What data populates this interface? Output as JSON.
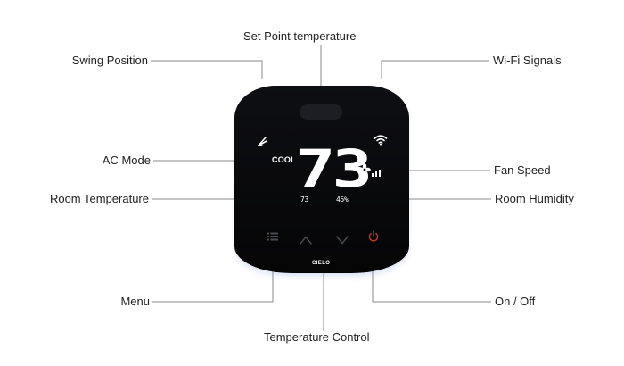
{
  "diagram": {
    "labels": {
      "set_point": "Set Point temperature",
      "swing": "Swing Position",
      "wifi": "Wi-Fi Signals",
      "ac_mode": "AC Mode",
      "fan_speed": "Fan Speed",
      "room_temp": "Room Temperature",
      "room_humidity": "Room Humidity",
      "menu": "Menu",
      "on_off": "On / Off",
      "temp_control": "Temperature Control"
    }
  },
  "device": {
    "mode": "COOL",
    "set_point": "73",
    "room_temp": "73",
    "room_humidity": "45%",
    "brand": "CIELO"
  },
  "icons": {
    "swing": "swing-position-icon",
    "wifi": "wifi-icon",
    "fan": "fan-icon",
    "fan_speed_bars": "signal-bars-icon",
    "menu": "menu-icon",
    "up": "chevron-up-icon",
    "down": "chevron-down-icon",
    "power": "power-icon"
  },
  "colors": {
    "device_body": "#0a0b0e",
    "display_text": "#ffffff",
    "button_dim": "#4a4b52",
    "power_red": "#c0392b",
    "leader_line": "#8a8a8a"
  }
}
